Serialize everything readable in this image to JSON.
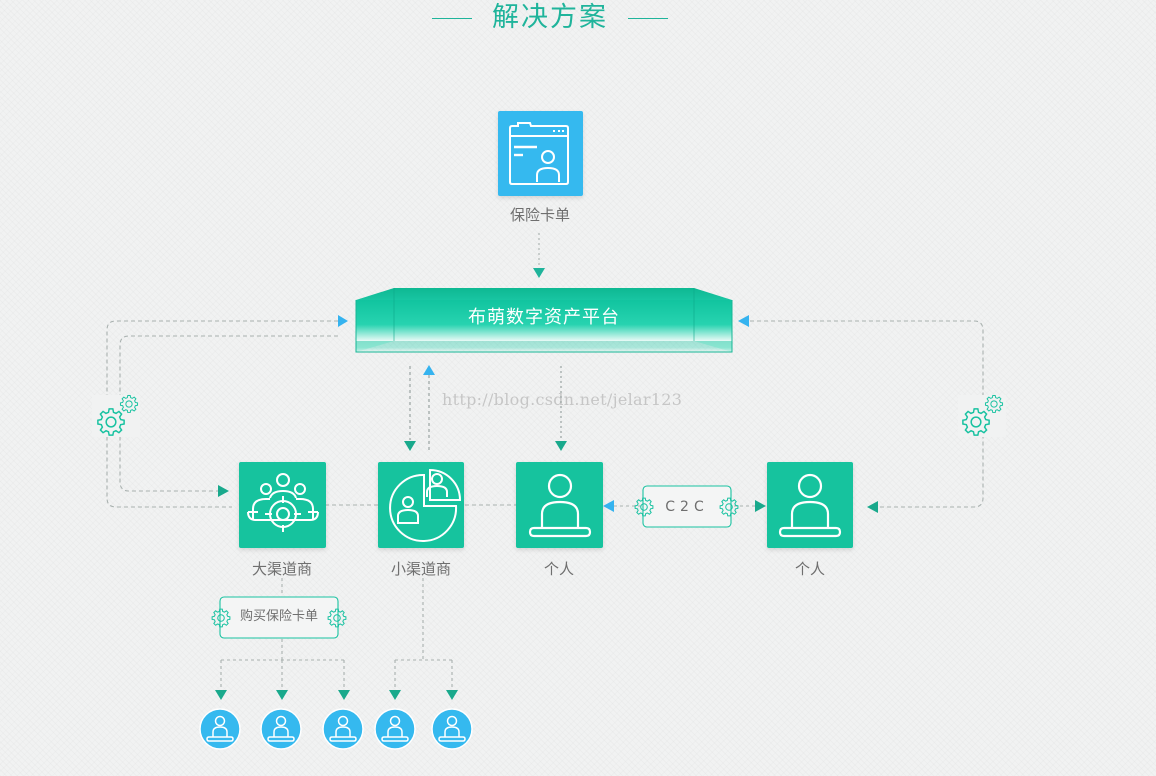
{
  "title": "解决方案",
  "nodes": {
    "card": {
      "label": "保险卡单",
      "icon": "card-user-icon"
    },
    "platform": {
      "label": "布萌数字资产平台"
    },
    "big_channel": {
      "label": "大渠道商",
      "icon": "group-target-icon"
    },
    "small_channel": {
      "label": "小渠道商",
      "icon": "pie-users-icon"
    },
    "person1": {
      "label": "个人",
      "icon": "user-icon"
    },
    "person2": {
      "label": "个人",
      "icon": "user-icon"
    }
  },
  "c2c": {
    "label": "C2C"
  },
  "buy": {
    "label": "购买保险卡单"
  },
  "watermark": "http://blog.csdn.net/jelar123",
  "colors": {
    "teal": "#19c2a1",
    "blue": "#35b3ef",
    "label_gray": "#6f6f6f",
    "title": "#1fb49b"
  }
}
